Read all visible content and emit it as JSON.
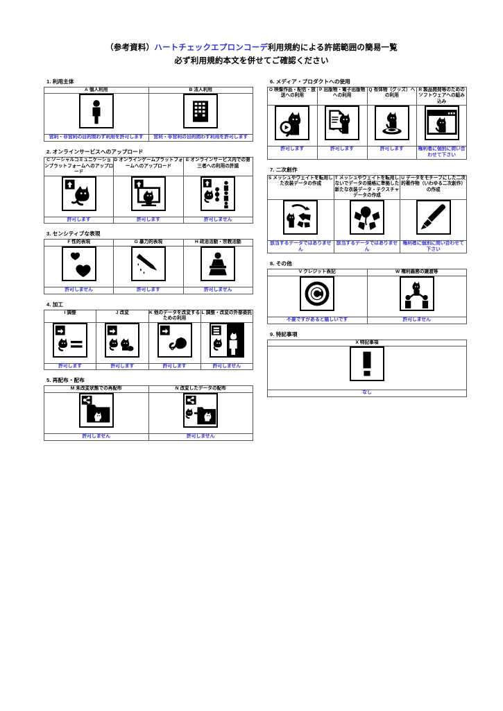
{
  "title": {
    "line1_prefix": "（参考資料）",
    "line1_highlight": "ハートチェックエプロンコーデ",
    "line1_suffix": "利用規約による許諾範囲の簡易一覧",
    "line2": "必ず利用規約本文を併せてご確認ください",
    "highlight_color": "#3333cc"
  },
  "colors": {
    "status_text": "#3333cc",
    "border": "#555555",
    "ink": "#000000"
  },
  "sections": [
    {
      "number": "1.",
      "title": "利用主体",
      "column": "left",
      "items": [
        {
          "letter": "A",
          "label": "個人利用",
          "icon": "person-icon",
          "status": "営利・非営利の目的問わず利用を許可します"
        },
        {
          "letter": "B",
          "label": "法人利用",
          "icon": "building-icon",
          "status": "営利・非営利の目的問わず利用を許可します"
        }
      ]
    },
    {
      "number": "2.",
      "title": "オンラインサービスへのアップロード",
      "column": "left",
      "items": [
        {
          "letter": "C",
          "label": "ソーシャルコミュニケーションプラットフォームへのアップロード",
          "icon": "upload-cat-icon",
          "status": "許可します"
        },
        {
          "letter": "D",
          "label": "オンラインゲームプラットフォームへのアップロード",
          "icon": "upload-monitor-cat-icon",
          "status": "許可します"
        },
        {
          "letter": "E",
          "label": "オンラインサービス内での第三者への利用の許諾",
          "icon": "share-cat-people-icon",
          "status": "許可しません"
        }
      ]
    },
    {
      "number": "3.",
      "title": "センシティブな表現",
      "column": "left",
      "items": [
        {
          "letter": "F",
          "label": "性的表現",
          "icon": "hearts-icon",
          "status": "許可しません"
        },
        {
          "letter": "G",
          "label": "暴力的表現",
          "icon": "knife-blood-icon",
          "status": "許可します"
        },
        {
          "letter": "H",
          "label": "政治活動・宗教活動",
          "icon": "podium-speaker-icon",
          "status": "許可しません"
        }
      ]
    },
    {
      "number": "4.",
      "title": "加工",
      "column": "left",
      "items": [
        {
          "letter": "I",
          "label": "調整",
          "icon": "arrow-cat-equals-icon",
          "status": "許可します"
        },
        {
          "letter": "J",
          "label": "改変",
          "icon": "arrow-cat-cat-icon",
          "status": "許可します"
        },
        {
          "letter": "K",
          "label": "他のデータを改変するための利用",
          "icon": "arrow-cat-shape-icon",
          "status": "許可します"
        },
        {
          "letter": "L",
          "label": "調整・改変の外部委託",
          "icon": "outsource-cat-icon",
          "status": "許可しません"
        }
      ]
    },
    {
      "number": "5.",
      "title": "再配布・配布",
      "column": "left",
      "items": [
        {
          "letter": "M",
          "label": "未改変状態での再配布",
          "icon": "share-folder-cat-icon",
          "status": "許可しません"
        },
        {
          "letter": "N",
          "label": "改変したデータの配布",
          "icon": "share-folder-modified-cat-icon",
          "status": "許可しません"
        }
      ]
    },
    {
      "number": "6.",
      "title": "メディア・プロダクトへの使用",
      "column": "right",
      "items": [
        {
          "letter": "O",
          "label": "映像作品・配信・放送への利用",
          "icon": "play-cat-icon",
          "status": "許可します"
        },
        {
          "letter": "P",
          "label": "出版物・電子出版物への利用",
          "icon": "document-cat-icon",
          "status": "許可します"
        },
        {
          "letter": "Q",
          "label": "有体物（グッズ）への利用",
          "icon": "goods-cat-icon",
          "status": "許可します"
        },
        {
          "letter": "R",
          "label": "製品開発等のためのソフトウェアへの組み込み",
          "icon": "software-window-cat-icon",
          "status": "権利者に個別に問い合わせて下さい"
        }
      ]
    },
    {
      "number": "7.",
      "title": "二次創作",
      "column": "right",
      "items": [
        {
          "letter": "S",
          "label": "メッシュやウェイトを転用した衣装データの作成",
          "icon": "cat-mesh-reuse-icon",
          "status": "該当するデータではありません"
        },
        {
          "letter": "T",
          "label": "メッシュやウェイトを転用しないでデータの規格に準拠した新たな衣装データ・テクスチャデータの作成",
          "icon": "mesh-pieces-icon",
          "status": "該当するデータではありません"
        },
        {
          "letter": "U",
          "label": "データをモチーフにした二次的著作物（いわゆる二次創作）の作成",
          "icon": "brush-icon",
          "status": "権利者に個別に問い合わせて下さい"
        }
      ]
    },
    {
      "number": "8.",
      "title": "その他",
      "column": "right",
      "items": [
        {
          "letter": "V",
          "label": "クレジット表記",
          "icon": "copyright-icon",
          "status": "不要ですがあると嬉しいです"
        },
        {
          "letter": "W",
          "label": "権利義務の譲渡等",
          "icon": "transfer-people-cat-icon",
          "status": "許可しません"
        }
      ]
    },
    {
      "number": "9.",
      "title": "特記事項",
      "column": "right",
      "items": [
        {
          "letter": "X",
          "label": "特記事項",
          "icon": "exclamation-icon",
          "status": "なし"
        }
      ]
    }
  ]
}
